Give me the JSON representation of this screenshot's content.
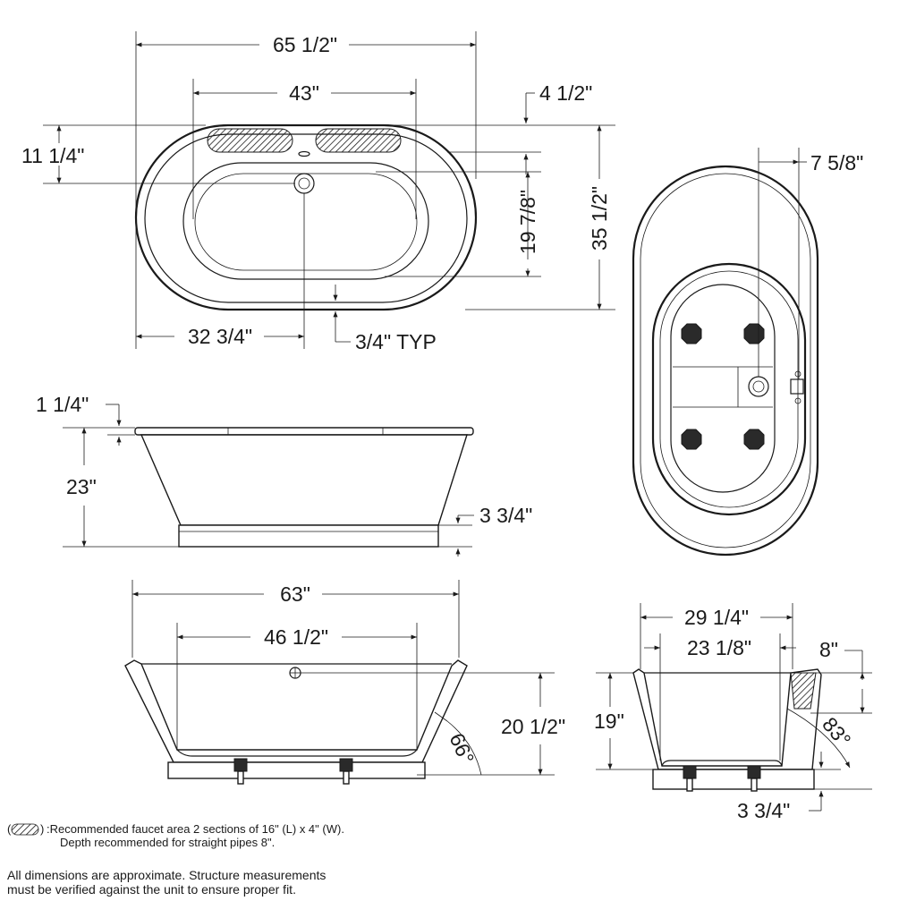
{
  "top_view": {
    "overall_length": "65 1/2\"",
    "inner_length": "43\"",
    "rim_offset": "4 1/2\"",
    "drain_offset": "11 1/4\"",
    "inner_width": "19 7/8\"",
    "overall_width": "35 1/2\"",
    "drain_from_end": "32 3/4\"",
    "rim_thickness": "3/4\" TYP"
  },
  "bottom_view": {
    "drain_offset": "7 5/8\""
  },
  "side_view": {
    "rim_height": "1 1/4\"",
    "height": "23\"",
    "base_height": "3 3/4\""
  },
  "front_section": {
    "outer_length": "63\"",
    "bottom_length": "46 1/2\"",
    "depth": "20 1/2\"",
    "angle": "66°"
  },
  "end_section": {
    "outer_width": "29 1/4\"",
    "inner_width": "23 1/8\"",
    "faucet_depth": "8\"",
    "depth": "19\"",
    "angle": "83°",
    "base_height": "3 3/4\""
  },
  "notes": {
    "faucet_area_line1": ":Recommended faucet area 2 sections of 16\" (L) x 4\" (W).",
    "faucet_area_line2": "Depth recommended for straight pipes 8\".",
    "disclaimer_line1": "All dimensions are approximate. Structure measurements",
    "disclaimer_line2": "must be verified against the unit to ensure proper fit."
  }
}
